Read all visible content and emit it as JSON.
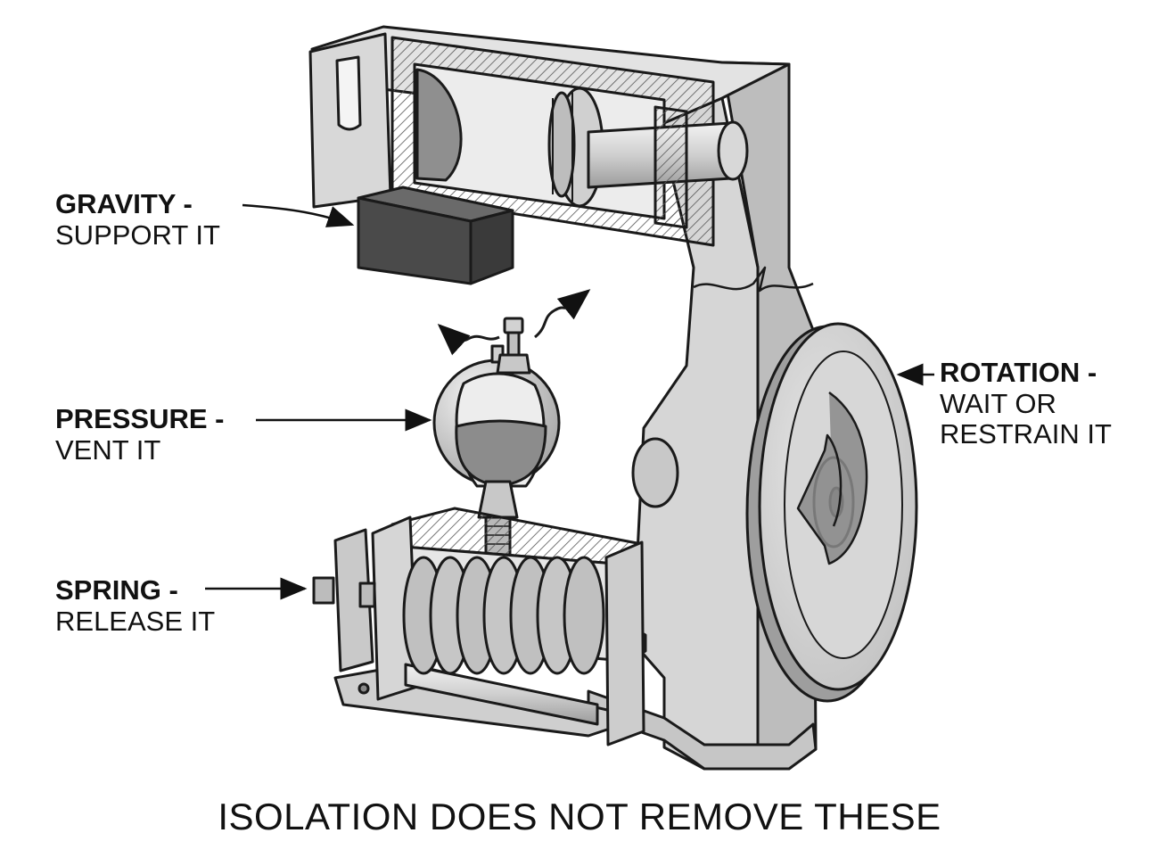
{
  "labels": {
    "gravity": {
      "heading": "GRAVITY -",
      "subtext": "SUPPORT IT"
    },
    "pressure": {
      "heading": "PRESSURE -",
      "subtext": "VENT IT"
    },
    "spring": {
      "heading": "SPRING -",
      "subtext": "RELEASE IT"
    },
    "rotation": {
      "heading": "ROTATION -",
      "subtext_line1": "WAIT OR",
      "subtext_line2": "RESTRAIN IT"
    }
  },
  "caption": "ISOLATION DOES NOT REMOVE THESE",
  "colors": {
    "outline": "#1a1a1a",
    "metal": "#d4d4d4",
    "metal_light": "#ececec",
    "metal_dark": "#9a9a9a",
    "block": "#4a4a4a",
    "fluid": "#8c8c8c"
  }
}
